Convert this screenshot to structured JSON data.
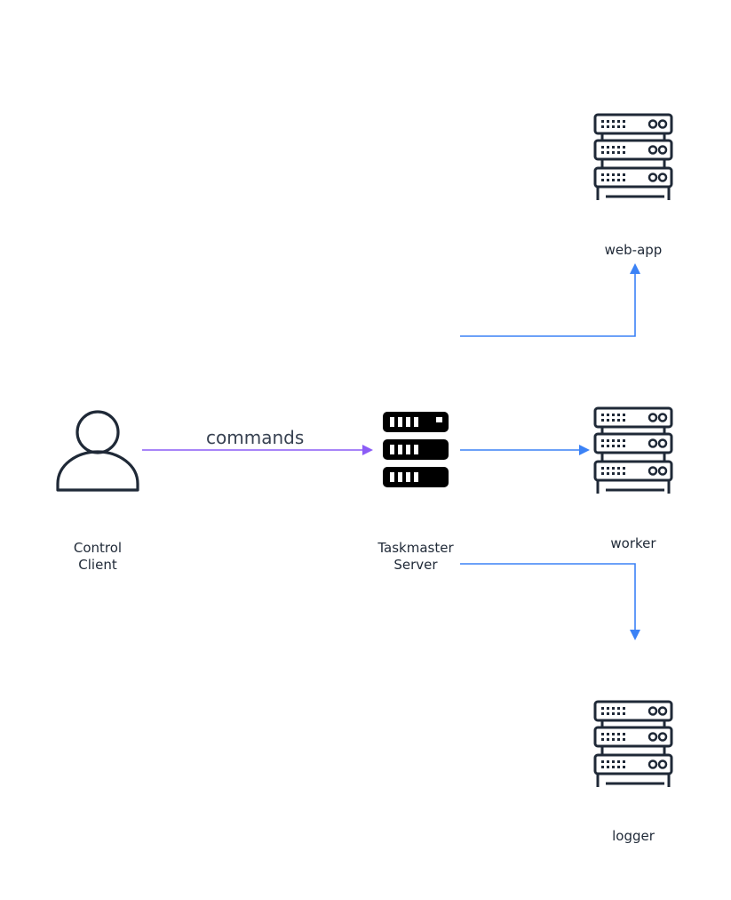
{
  "nodes": {
    "control_client": {
      "line1": "Control",
      "line2": "Client",
      "icon": "user-icon"
    },
    "taskmaster_server": {
      "line1": "Taskmaster",
      "line2": "Server",
      "icon": "server-rack-icon"
    },
    "web_app": {
      "label": "web-app",
      "icon": "server-icon"
    },
    "worker": {
      "label": "worker",
      "icon": "server-icon"
    },
    "logger": {
      "label": "logger",
      "icon": "server-icon"
    }
  },
  "edges": {
    "commands": {
      "label": "commands",
      "color": "#8b5cf6"
    },
    "to_web_app": {
      "label": "",
      "color": "#3b82f6"
    },
    "to_worker": {
      "label": "",
      "color": "#3b82f6"
    },
    "to_logger": {
      "label": "",
      "color": "#3b82f6"
    }
  },
  "colors": {
    "icon_stroke": "#1f2937",
    "server_fill": "#000000",
    "blue_edge": "#3b82f6",
    "purple_edge": "#8b5cf6"
  }
}
